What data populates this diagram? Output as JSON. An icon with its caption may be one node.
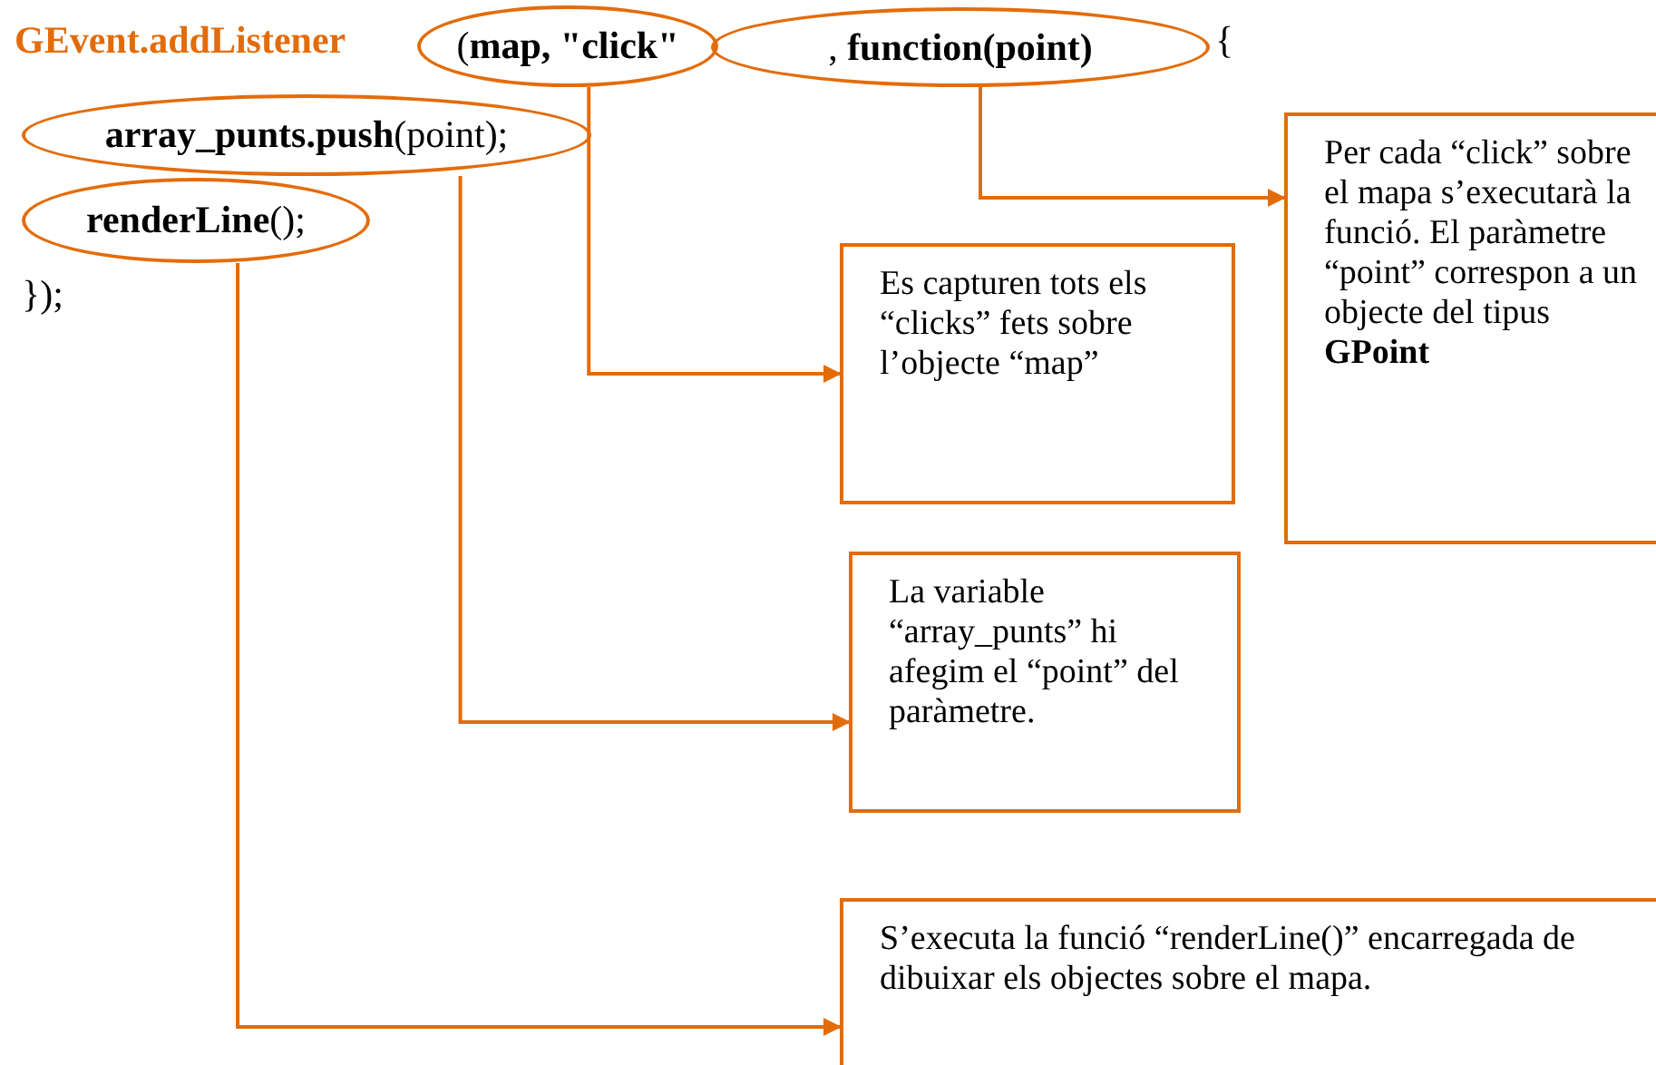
{
  "diagram": {
    "nodes": [
      {
        "text": [
          "(**map, \"click\"**"
        ]
      },
      {
        "text": [
          ", **function(point)**"
        ]
      },
      {
        "text": [
          "**array_punts.push**(point);"
        ]
      },
      {
        "text": [
          "**renderLine**();"
        ]
      },
      {
        "text": [
          "Per cada “click” sobre el mapa s’executarà la funció. El paràmetre “point” correspon a un objecte del tipus **GPoint**"
        ]
      },
      {
        "text": [
          "Es capturen tots els “clicks” fets sobre l’objecte “map”"
        ]
      },
      {
        "text": [
          "La variable “array_punts” hi afegim el “point” del paràmetre."
        ]
      },
      {
        "text": [
          "S’executa la funció “renderLine()” encarregada de dibuixar els objectes sobre el mapa."
        ]
      }
    ],
    "edges": [
      {
        "from": 1,
        "to": 4,
        "arrow": "to"
      },
      {
        "from": 0,
        "to": 5,
        "arrow": "to"
      },
      {
        "from": 2,
        "to": 6,
        "arrow": "to"
      },
      {
        "from": 3,
        "to": 7,
        "arrow": "to"
      }
    ],
    "labels": [
      "GEvent.addListener",
      "{",
      "});"
    ]
  }
}
